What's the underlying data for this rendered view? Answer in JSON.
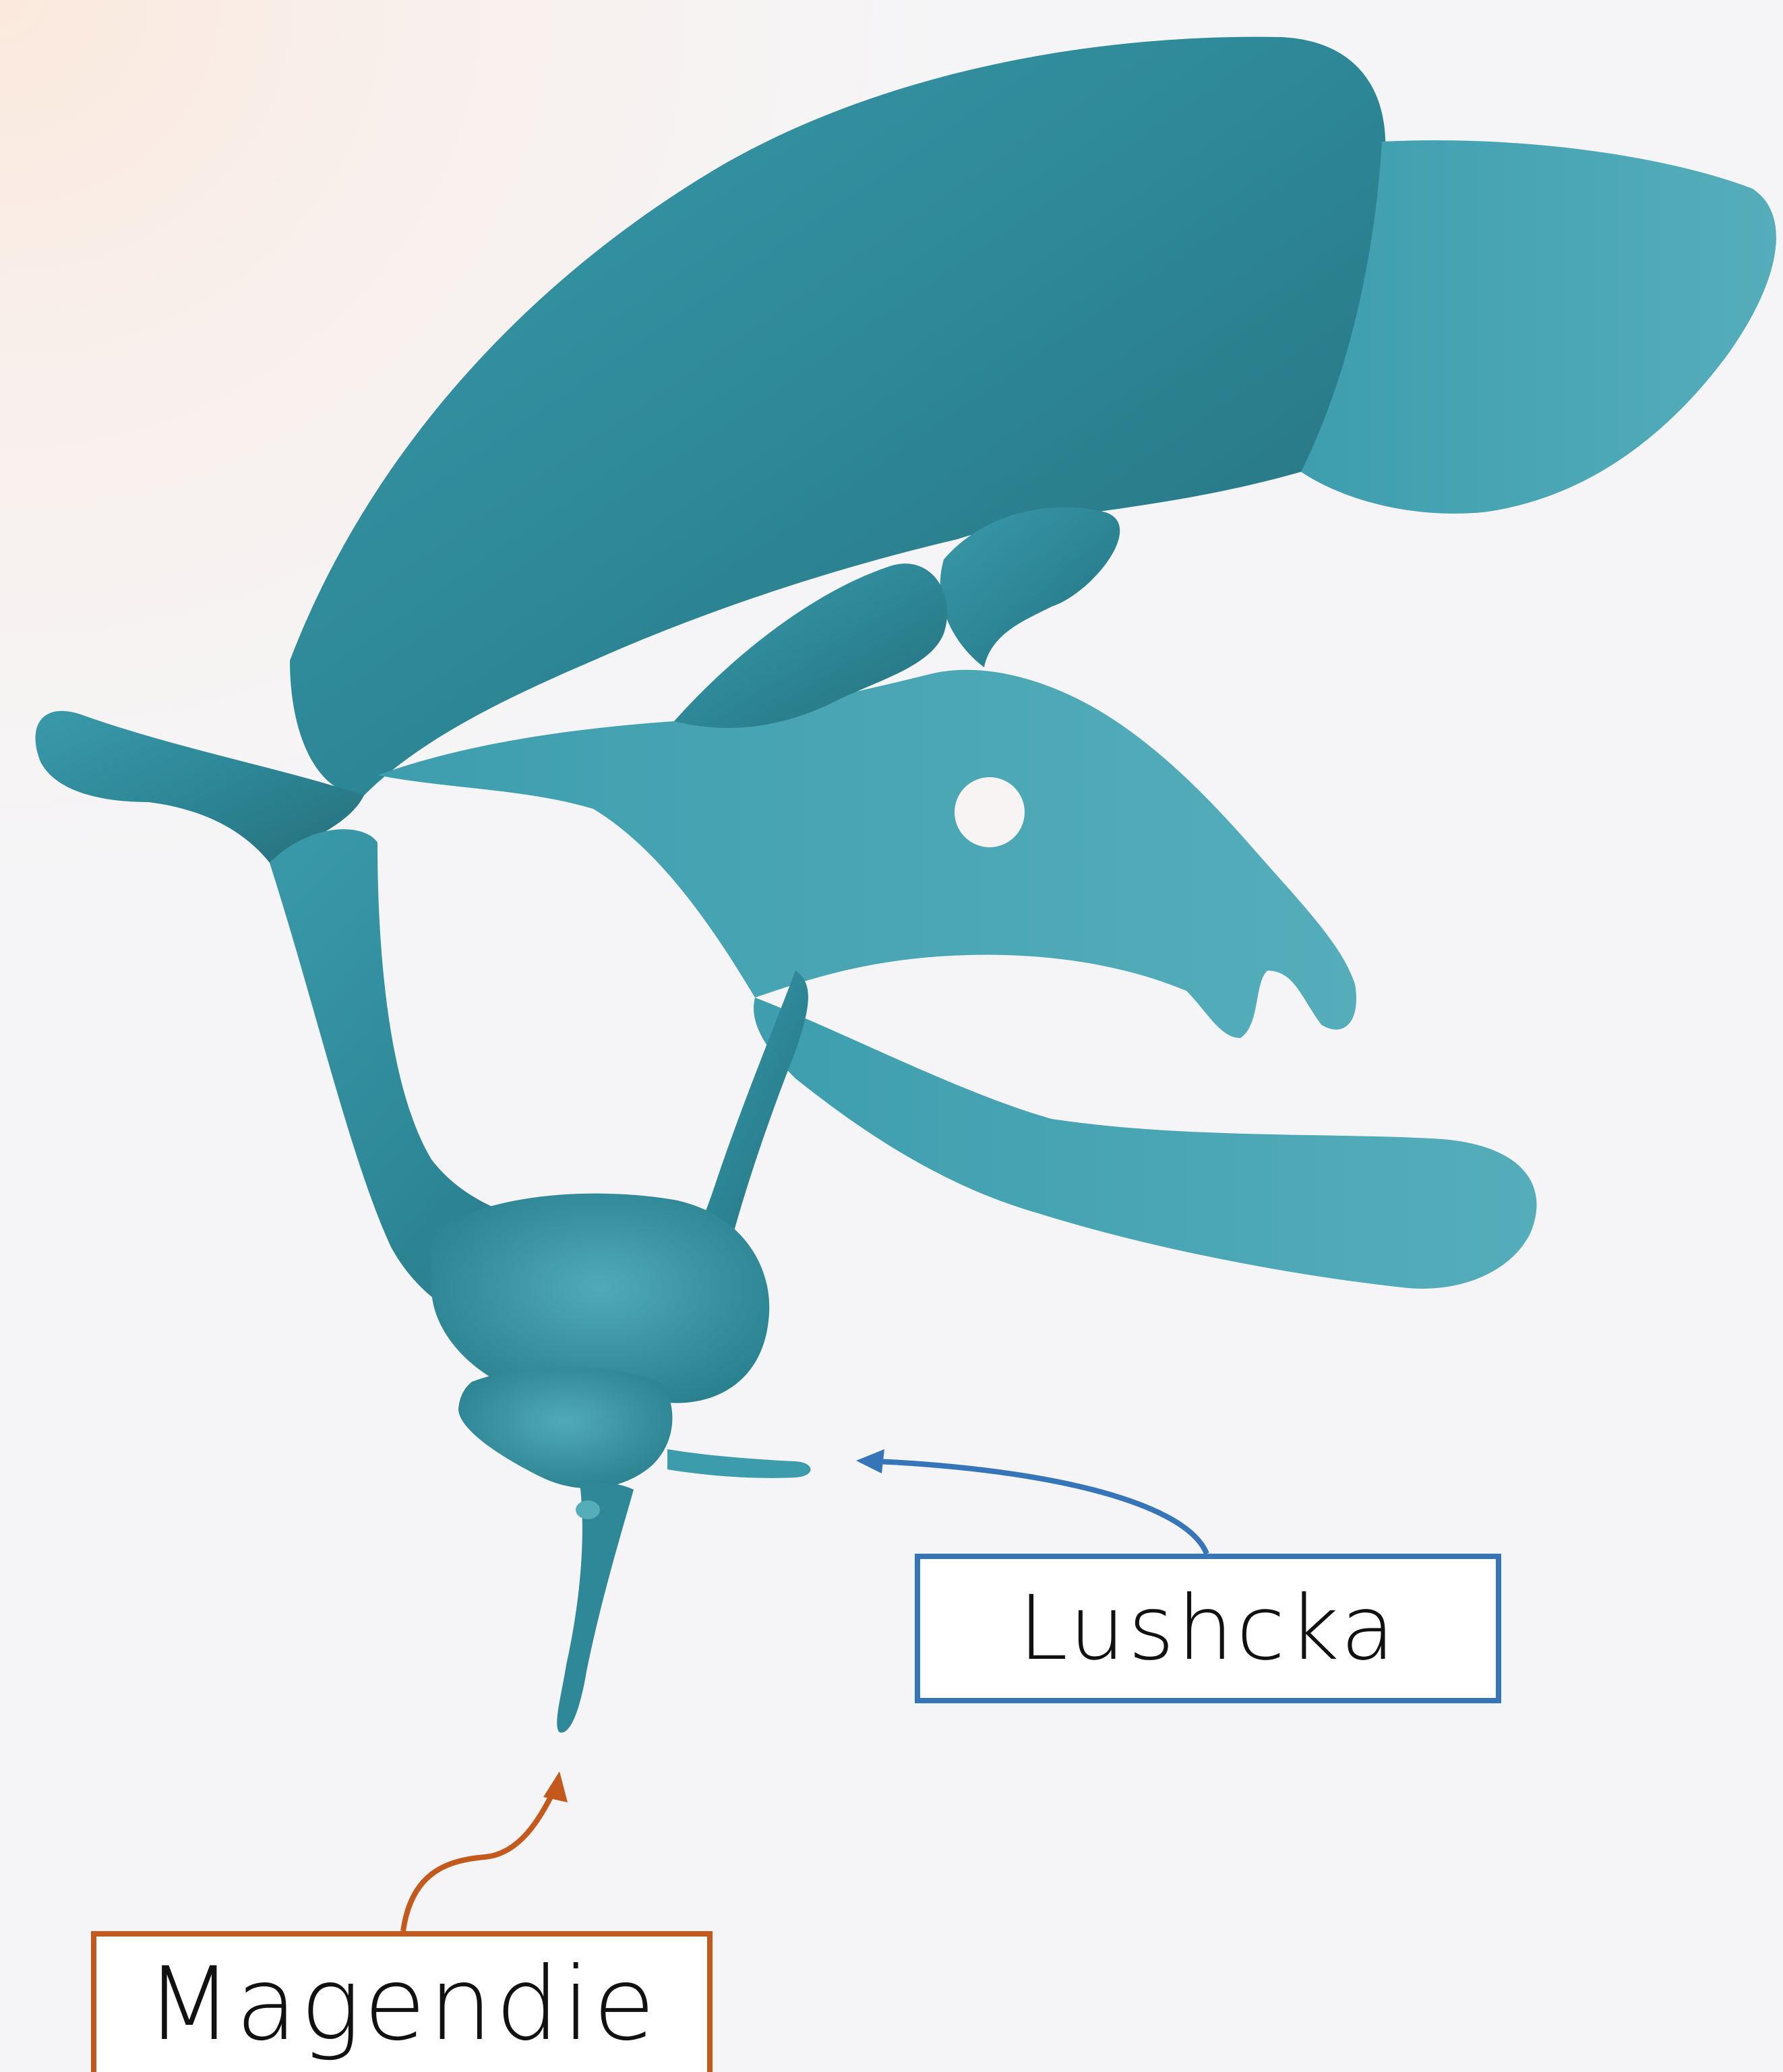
{
  "diagram": {
    "structure_color": "#2f8a9a",
    "labels": [
      {
        "id": "lushcka",
        "text": "Lushcka",
        "color": "#3575b8"
      },
      {
        "id": "magendie",
        "text": "Magendie",
        "color": "#c3591d"
      }
    ]
  }
}
